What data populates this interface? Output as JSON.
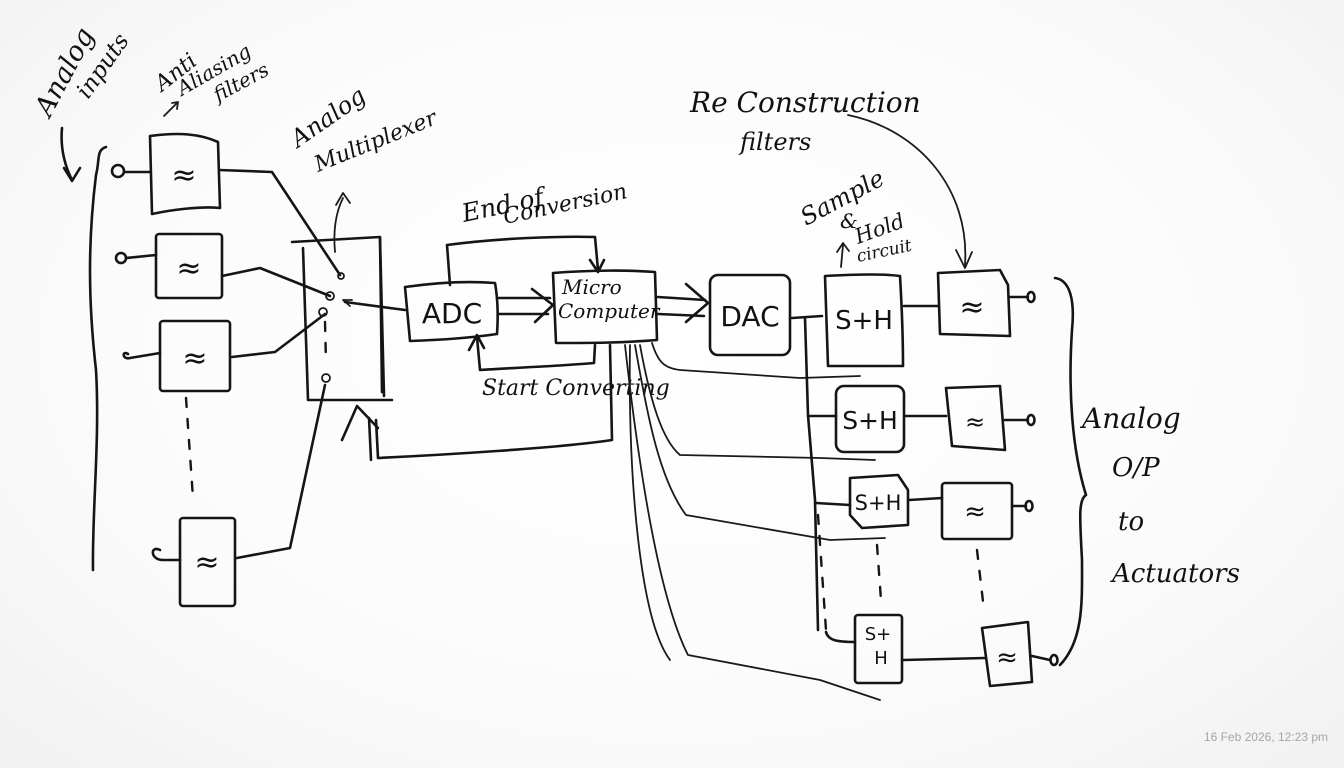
{
  "diagram": {
    "type": "block-diagram",
    "title": "Data acquisition and distribution system (handwritten whiteboard sketch)",
    "labels": {
      "analog_inputs": [
        "Analog",
        "inputs"
      ],
      "anti_aliasing": [
        "Anti",
        "Aliasing",
        "filters"
      ],
      "analog_multiplexer": [
        "Analog",
        "Multiplexer"
      ],
      "end_of_conversion": [
        "End of",
        "Conversion"
      ],
      "start_converting": "Start Converting",
      "reconstruction_filters": [
        "Re Construction",
        "filters"
      ],
      "sample_hold": [
        "Sample",
        "&",
        "Hold",
        "circuit"
      ],
      "analog_output": [
        "Analog",
        "O/P",
        "to",
        "Actuators"
      ]
    },
    "blocks": {
      "adc": "ADC",
      "microcomputer": [
        "Micro",
        "Computer"
      ],
      "dac": "DAC",
      "sh_1": "S+H",
      "sh_2": "S+H",
      "sh_3": "S+H",
      "sh_n": [
        "S+",
        "H"
      ],
      "filter_symbol": "≈"
    },
    "input_filter_count_shown": 4,
    "output_channel_count_shown": 4,
    "timestamp": "16 Feb 2026, 12:23 pm"
  }
}
